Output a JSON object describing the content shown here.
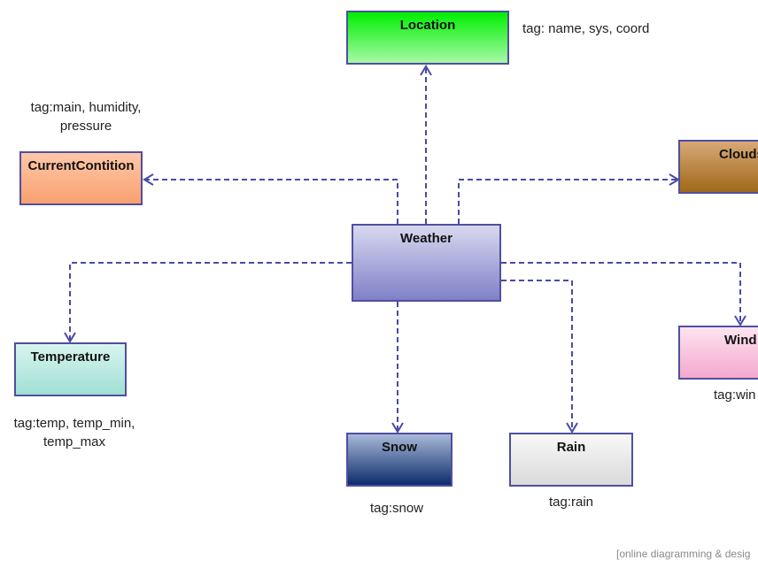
{
  "nodes": {
    "location": "Location",
    "current_condition": "CurrentContition",
    "clouds": "Clouds",
    "weather": "Weather",
    "temperature": "Temperature",
    "wind": "Wind",
    "snow": "Snow",
    "rain": "Rain"
  },
  "notes": {
    "location_tag": "tag: name, sys, coord",
    "main_tag_line1": "tag:main, humidity,",
    "main_tag_line2": "pressure",
    "temp_tag_line1": "tag:temp, temp_min,",
    "temp_tag_line2": "temp_max",
    "snow_tag": "tag:snow",
    "rain_tag": "tag:rain",
    "wind_tag": "tag:win"
  },
  "watermark": "[online diagramming & desig",
  "edge_color": "#4a4aa8"
}
